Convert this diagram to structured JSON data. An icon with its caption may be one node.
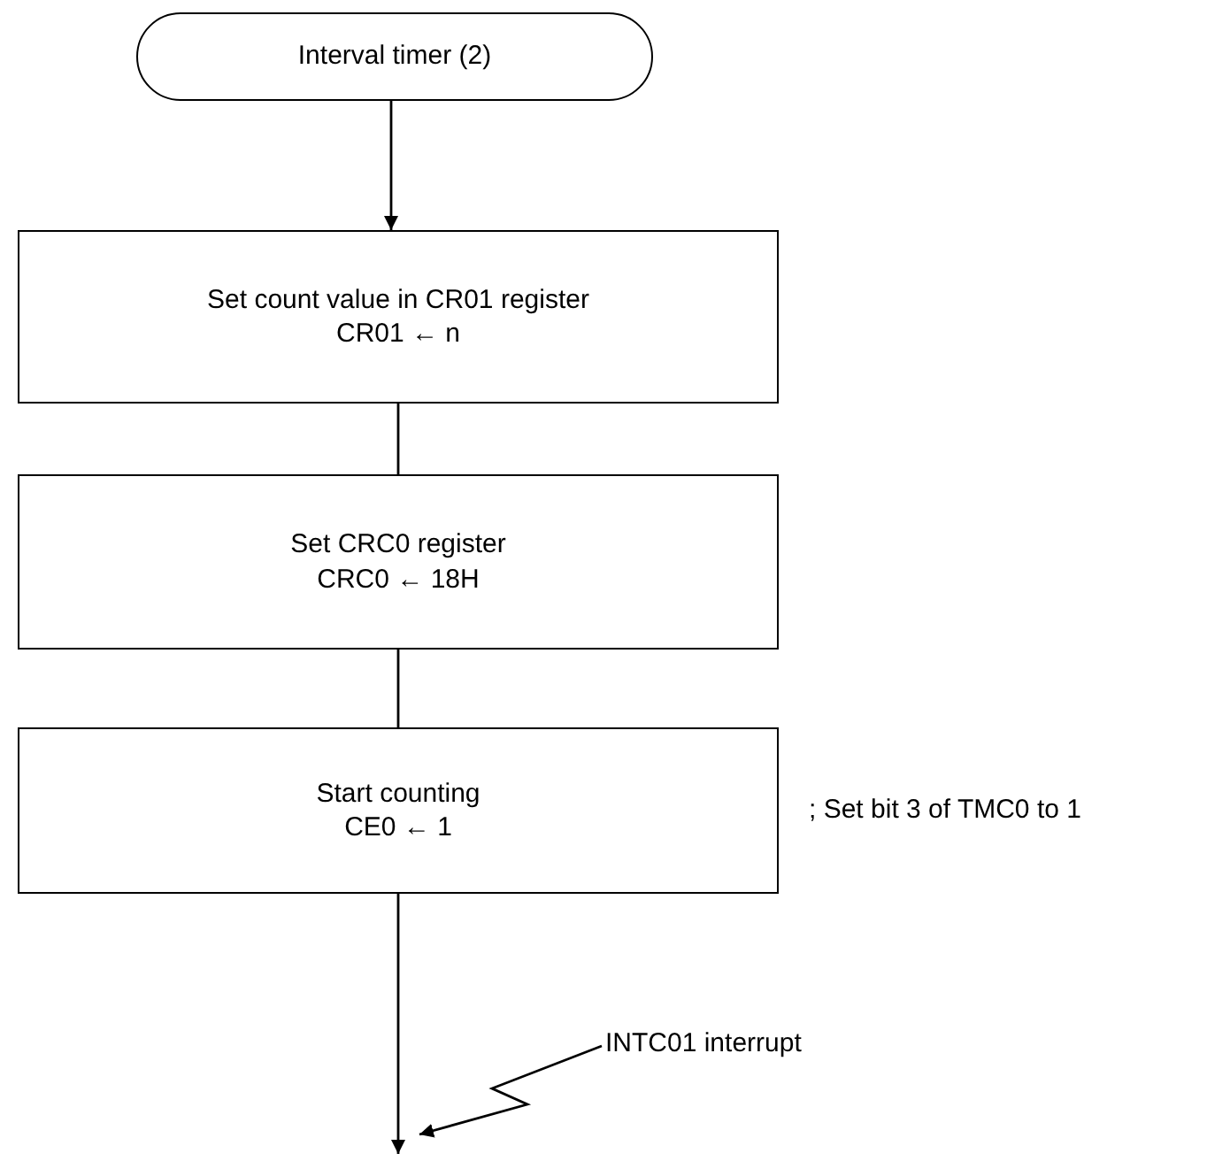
{
  "diagram": {
    "nodes": [
      {
        "text": [
          "Interval timer (2)"
        ]
      },
      {
        "text": [
          "Set count value in CR01 register",
          "CR01 ← n"
        ]
      },
      {
        "text": [
          "Set CRC0 register",
          "CRC0 ← 18H"
        ]
      },
      {
        "text": [
          "Start counting",
          "CE0 ← 1"
        ],
        "beside": [
          "; Set bit 3 of TMC0 to 1"
        ]
      },
      {
        "text": [
          "INTC01 interrupt"
        ]
      }
    ],
    "edges": [
      {
        "from": 0,
        "to": 1,
        "arrow": "to"
      },
      {
        "from": 1,
        "to": 2,
        "arrow": "none"
      },
      {
        "from": 2,
        "to": 3,
        "arrow": "none"
      },
      {
        "from": 3,
        "to": null,
        "arrow": "to"
      },
      {
        "from": 4,
        "to": null,
        "arrow": "to"
      }
    ]
  }
}
